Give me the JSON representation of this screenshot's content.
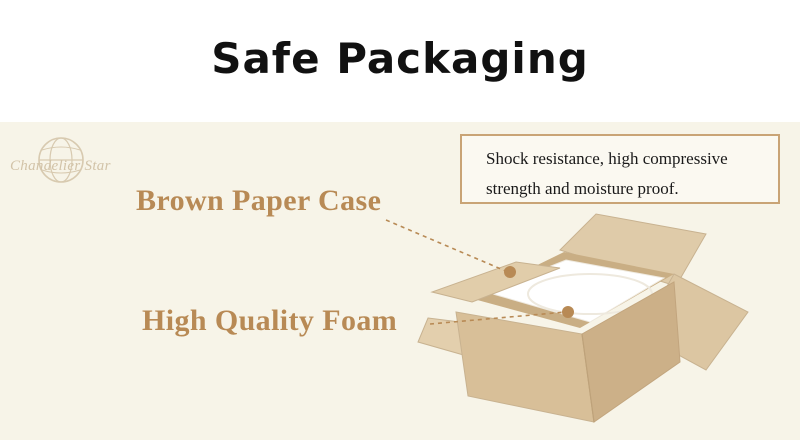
{
  "page": {
    "title": "Safe Packaging"
  },
  "logo": {
    "text": "Chandelier Star"
  },
  "note": {
    "line1": "Shock resistance, high compressive",
    "line2": "strength and moisture proof."
  },
  "labels": {
    "case": "Brown Paper Case",
    "foam": "High Quality Foam"
  },
  "colors": {
    "accent": "#b88a55",
    "panel_background": "#f7f4e8",
    "cardboard": "#d9c3a1",
    "foam": "#ffffff",
    "title": "#111111"
  }
}
